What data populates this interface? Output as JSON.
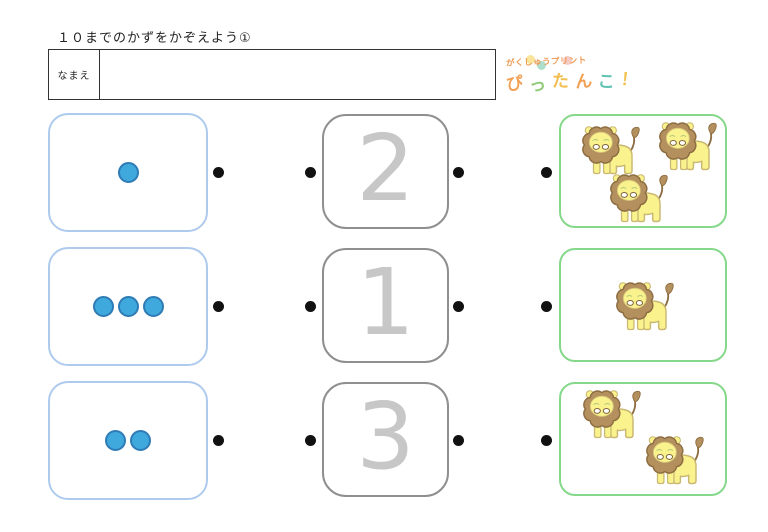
{
  "header": {
    "title": "１０までのかずをかぞえよう①",
    "name_label": "なまえ",
    "name_value": ""
  },
  "logo": {
    "line1": "がくしゅうプリント",
    "line1_color": "#ED9B55",
    "line2_chars": [
      {
        "ch": "ぴ",
        "style": "color:#F2A055"
      },
      {
        "ch": "っ",
        "style": "color:#8FCB77"
      },
      {
        "ch": "た",
        "style": "color:#F2BE4F"
      },
      {
        "ch": "ん",
        "style": "color:#F2A055"
      },
      {
        "ch": "こ",
        "style": "color:#5FC2B2"
      },
      {
        "ch": "！",
        "style": "color:#F2C455"
      }
    ]
  },
  "colors": {
    "dots_card_border": "#AECBEE",
    "number_card_border": "#8F8F8F",
    "animals_card_border": "#86D88A",
    "counting_dot_fill": "#3FA8DC",
    "counting_dot_stroke": "#2F7CB5",
    "number_text": "#C7C7C7",
    "connector_dot": "#111111",
    "lion_mane": "#B3905E",
    "lion_body": "#FAF38D"
  },
  "matching": {
    "animal": "lion",
    "rows": [
      {
        "dots": 1,
        "number": "2",
        "animals": 3
      },
      {
        "dots": 3,
        "number": "1",
        "animals": 1
      },
      {
        "dots": 2,
        "number": "3",
        "animals": 2
      }
    ]
  }
}
